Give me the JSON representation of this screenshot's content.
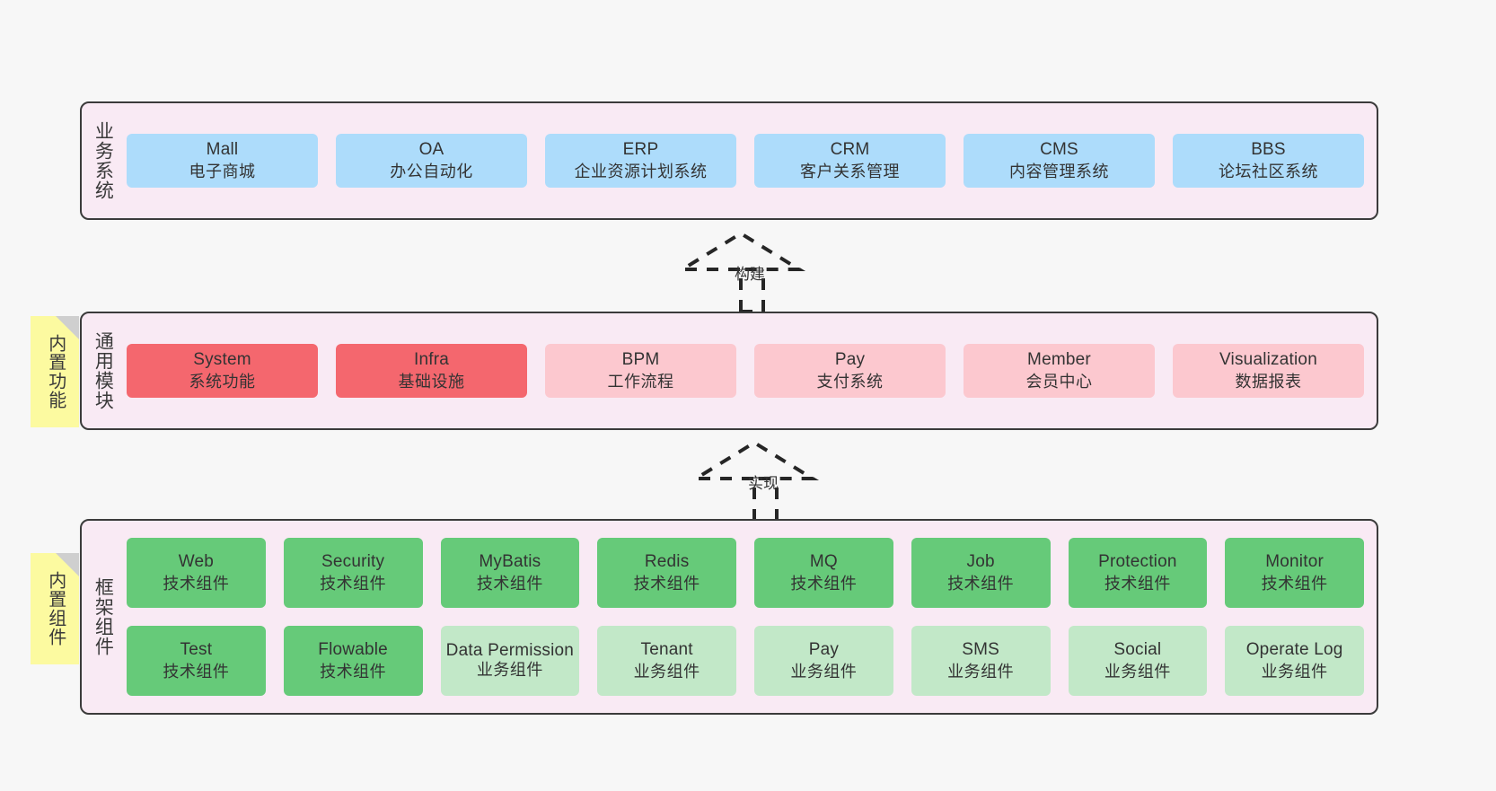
{
  "diagram": {
    "background_color": "#f7f7f7",
    "layer_fill": "#f9eaf4",
    "layer_border": "#3b3b3b",
    "note_color": "#fcfaa0",
    "colors": {
      "business_blue": "#addcfb",
      "module_red": "#f4676e",
      "module_pink": "#fcc8cf",
      "tech_green": "#66ca79",
      "biz_green_light": "#c2e8c8"
    }
  },
  "layers": [
    {
      "id": "business-system",
      "title": "业务系统",
      "rows": [
        {
          "cells": [
            {
              "en": "Mall",
              "cn": "电子商城",
              "color": "c-blue"
            },
            {
              "en": "OA",
              "cn": "办公自动化",
              "color": "c-blue"
            },
            {
              "en": "ERP",
              "cn": "企业资源计划系统",
              "color": "c-blue"
            },
            {
              "en": "CRM",
              "cn": "客户关系管理",
              "color": "c-blue"
            },
            {
              "en": "CMS",
              "cn": "内容管理系统",
              "color": "c-blue"
            },
            {
              "en": "BBS",
              "cn": "论坛社区系统",
              "color": "c-blue"
            }
          ]
        }
      ]
    },
    {
      "id": "common-module",
      "title": "通用模块",
      "note": "内置功能",
      "rows": [
        {
          "cells": [
            {
              "en": "System",
              "cn": "系统功能",
              "color": "c-red"
            },
            {
              "en": "Infra",
              "cn": "基础设施",
              "color": "c-red"
            },
            {
              "en": "BPM",
              "cn": "工作流程",
              "color": "c-pink"
            },
            {
              "en": "Pay",
              "cn": "支付系统",
              "color": "c-pink"
            },
            {
              "en": "Member",
              "cn": "会员中心",
              "color": "c-pink"
            },
            {
              "en": "Visualization",
              "cn": "数据报表",
              "color": "c-pink"
            }
          ]
        }
      ]
    },
    {
      "id": "framework-component",
      "title": "框架组件",
      "note": "内置组件",
      "rows": [
        {
          "cells": [
            {
              "en": "Web",
              "cn": "技术组件",
              "color": "c-green"
            },
            {
              "en": "Security",
              "cn": "技术组件",
              "color": "c-green"
            },
            {
              "en": "MyBatis",
              "cn": "技术组件",
              "color": "c-green"
            },
            {
              "en": "Redis",
              "cn": "技术组件",
              "color": "c-green"
            },
            {
              "en": "MQ",
              "cn": "技术组件",
              "color": "c-green"
            },
            {
              "en": "Job",
              "cn": "技术组件",
              "color": "c-green"
            },
            {
              "en": "Protection",
              "cn": "技术组件",
              "color": "c-green"
            },
            {
              "en": "Monitor",
              "cn": "技术组件",
              "color": "c-green"
            }
          ]
        },
        {
          "cells": [
            {
              "en": "Test",
              "cn": "技术组件",
              "color": "c-green"
            },
            {
              "en": "Flowable",
              "cn": "技术组件",
              "color": "c-green"
            },
            {
              "en": "Data Permission",
              "cn": "业务组件",
              "color": "c-greenlight"
            },
            {
              "en": "Tenant",
              "cn": "业务组件",
              "color": "c-greenlight"
            },
            {
              "en": "Pay",
              "cn": "业务组件",
              "color": "c-greenlight"
            },
            {
              "en": "SMS",
              "cn": "业务组件",
              "color": "c-greenlight"
            },
            {
              "en": "Social",
              "cn": "业务组件",
              "color": "c-greenlight"
            },
            {
              "en": "Operate Log",
              "cn": "业务组件",
              "color": "c-greenlight"
            }
          ]
        }
      ]
    }
  ],
  "connectors": [
    {
      "id": "build",
      "label": "构建"
    },
    {
      "id": "implement",
      "label": "实现"
    }
  ]
}
